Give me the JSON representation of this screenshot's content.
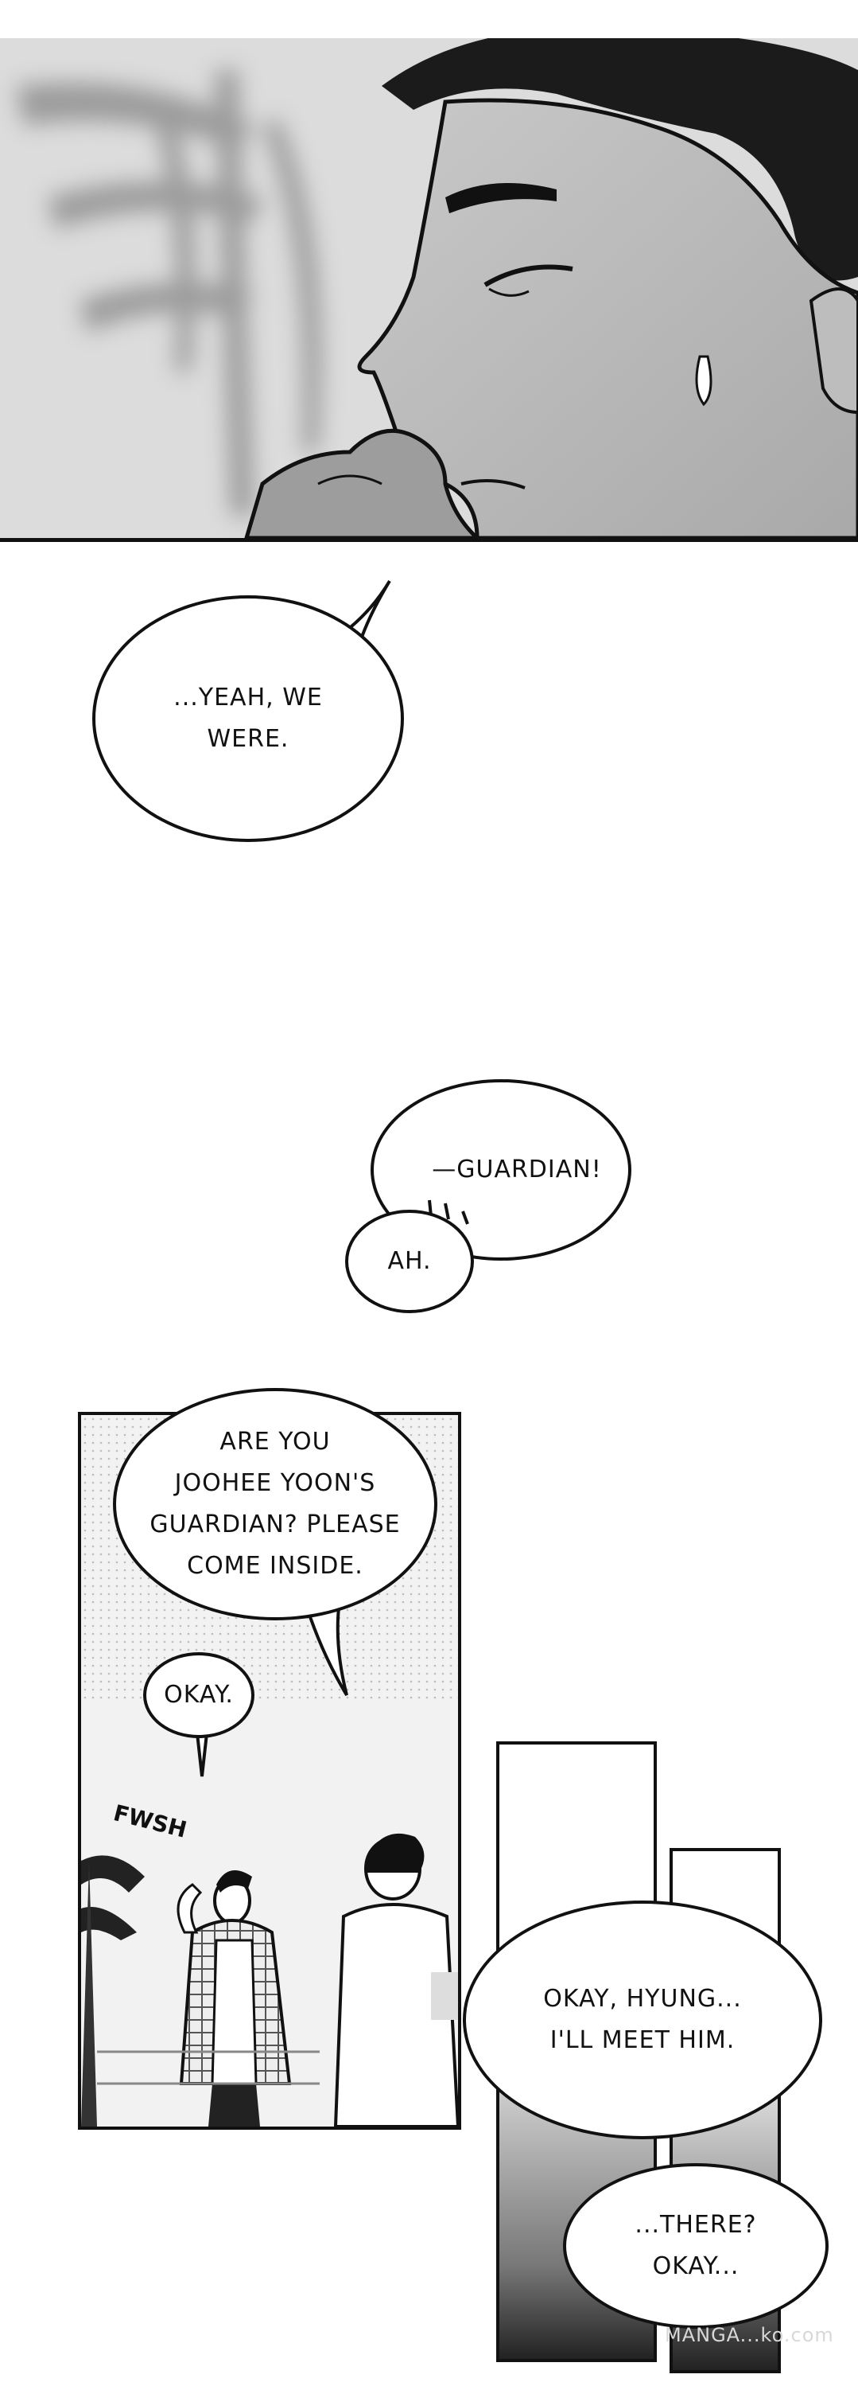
{
  "panels": {
    "top": {
      "description_icon": "man-profile-art"
    },
    "middle": {
      "description_icon": "characters-walking-art"
    }
  },
  "bubbles": [
    {
      "id": "yeah",
      "text": "...YEAH, WE\nWERE."
    },
    {
      "id": "guardian",
      "text": "—GUARDIAN!"
    },
    {
      "id": "ah",
      "text": "AH."
    },
    {
      "id": "are-you",
      "text": "ARE YOU\nJOOHEE YOON'S\nGUARDIAN? PLEASE\nCOME INSIDE."
    },
    {
      "id": "okay",
      "text": "OKAY."
    },
    {
      "id": "okay-hyung",
      "text": "OKAY, HYUNG...\nI'LL MEET HIM."
    },
    {
      "id": "there",
      "text": "...THERE?\nOKAY..."
    }
  ],
  "sfx": {
    "fwsh": "FWSH"
  },
  "watermark": "MANGA...ko.com",
  "colors": {
    "ink": "#111111",
    "paper": "#ffffff",
    "gray": "#b5b5b5"
  }
}
